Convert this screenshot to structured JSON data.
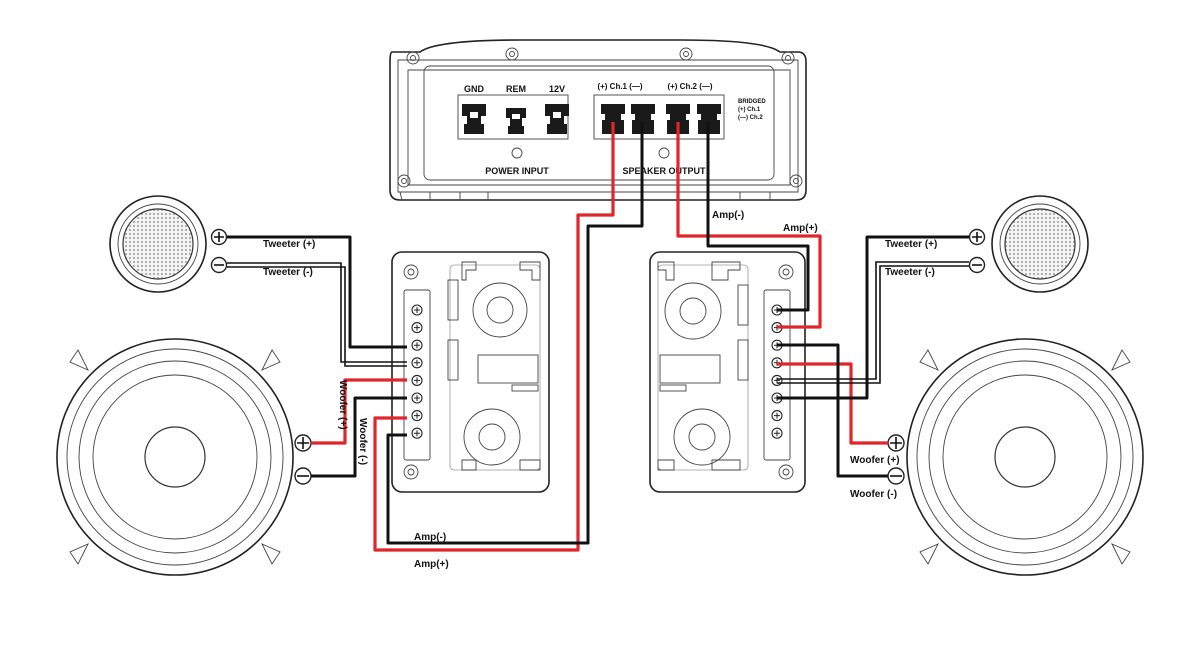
{
  "colors": {
    "positive_wire": "#e0262b",
    "negative_wire": "#111111",
    "outline": "#222222"
  },
  "amplifier": {
    "power_input_title": "POWER INPUT",
    "speaker_output_title": "SPEAKER OUTPUT",
    "power_terminals": [
      "GND",
      "REM",
      "12V"
    ],
    "ch1_label": "(+) Ch.1 (—)",
    "ch2_label": "(+) Ch.2 (—)",
    "bridged_label": "BRIDGED",
    "bridged_plus": "(+) Ch.1",
    "bridged_minus": "(—) Ch.2"
  },
  "wire_labels": {
    "left_tweeter_plus": "Tweeter (+)",
    "left_tweeter_minus": "Tweeter (-)",
    "left_woofer_plus": "Woofer (+)",
    "left_woofer_minus": "Woofer (-)",
    "left_amp_minus": "Amp(-)",
    "left_amp_plus": "Amp(+)",
    "right_amp_minus": "Amp(-)",
    "right_amp_plus": "Amp(+)",
    "right_tweeter_plus": "Tweeter (+)",
    "right_tweeter_minus": "Tweeter (-)",
    "right_woofer_plus": "Woofer (+)",
    "right_woofer_minus": "Woofer (-)"
  },
  "icons": {
    "terminal_plus": "plus-terminal-icon",
    "terminal_minus": "minus-terminal-icon",
    "terminal_screw": "screw-terminal-icon"
  }
}
